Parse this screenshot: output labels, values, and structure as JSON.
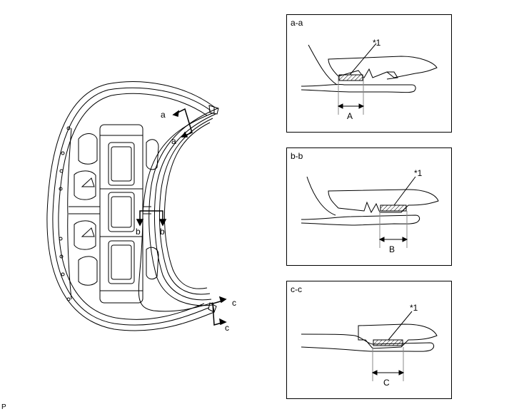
{
  "main_view": {
    "section_markers": [
      {
        "text": "a"
      },
      {
        "text": "a"
      },
      {
        "text": "b"
      },
      {
        "text": "b"
      },
      {
        "text": "c"
      },
      {
        "text": "c"
      }
    ]
  },
  "sections": [
    {
      "title": "a-a",
      "callout": "*1",
      "dimension": "A"
    },
    {
      "title": "b-b",
      "callout": "*1",
      "dimension": "B"
    },
    {
      "title": "c-c",
      "callout": "*1",
      "dimension": "C"
    }
  ],
  "corner_mark": "P"
}
